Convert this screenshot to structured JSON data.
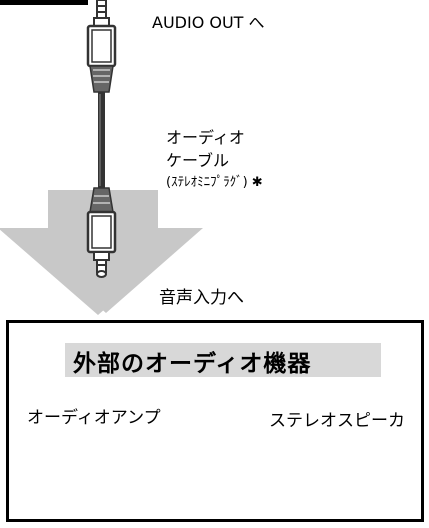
{
  "labels": {
    "audio_out": "AUDIO OUT へ",
    "cable_line1": "オーディオ",
    "cable_line2": "ケーブル",
    "cable_line3": "(ｽﾃﾚｵﾐﾆﾌﾟﾗｸﾞ) ✱",
    "audio_input": "音声入力へ"
  },
  "panel": {
    "title": "外部のオーディオ機器",
    "amp_label": "オーディオアンプ",
    "speaker_label": "ステレオスピーカ"
  },
  "colors": {
    "arrow": "#c8c8c8",
    "title_band": "#d8d8d8",
    "cable": "#333333",
    "outline": "#000000"
  }
}
